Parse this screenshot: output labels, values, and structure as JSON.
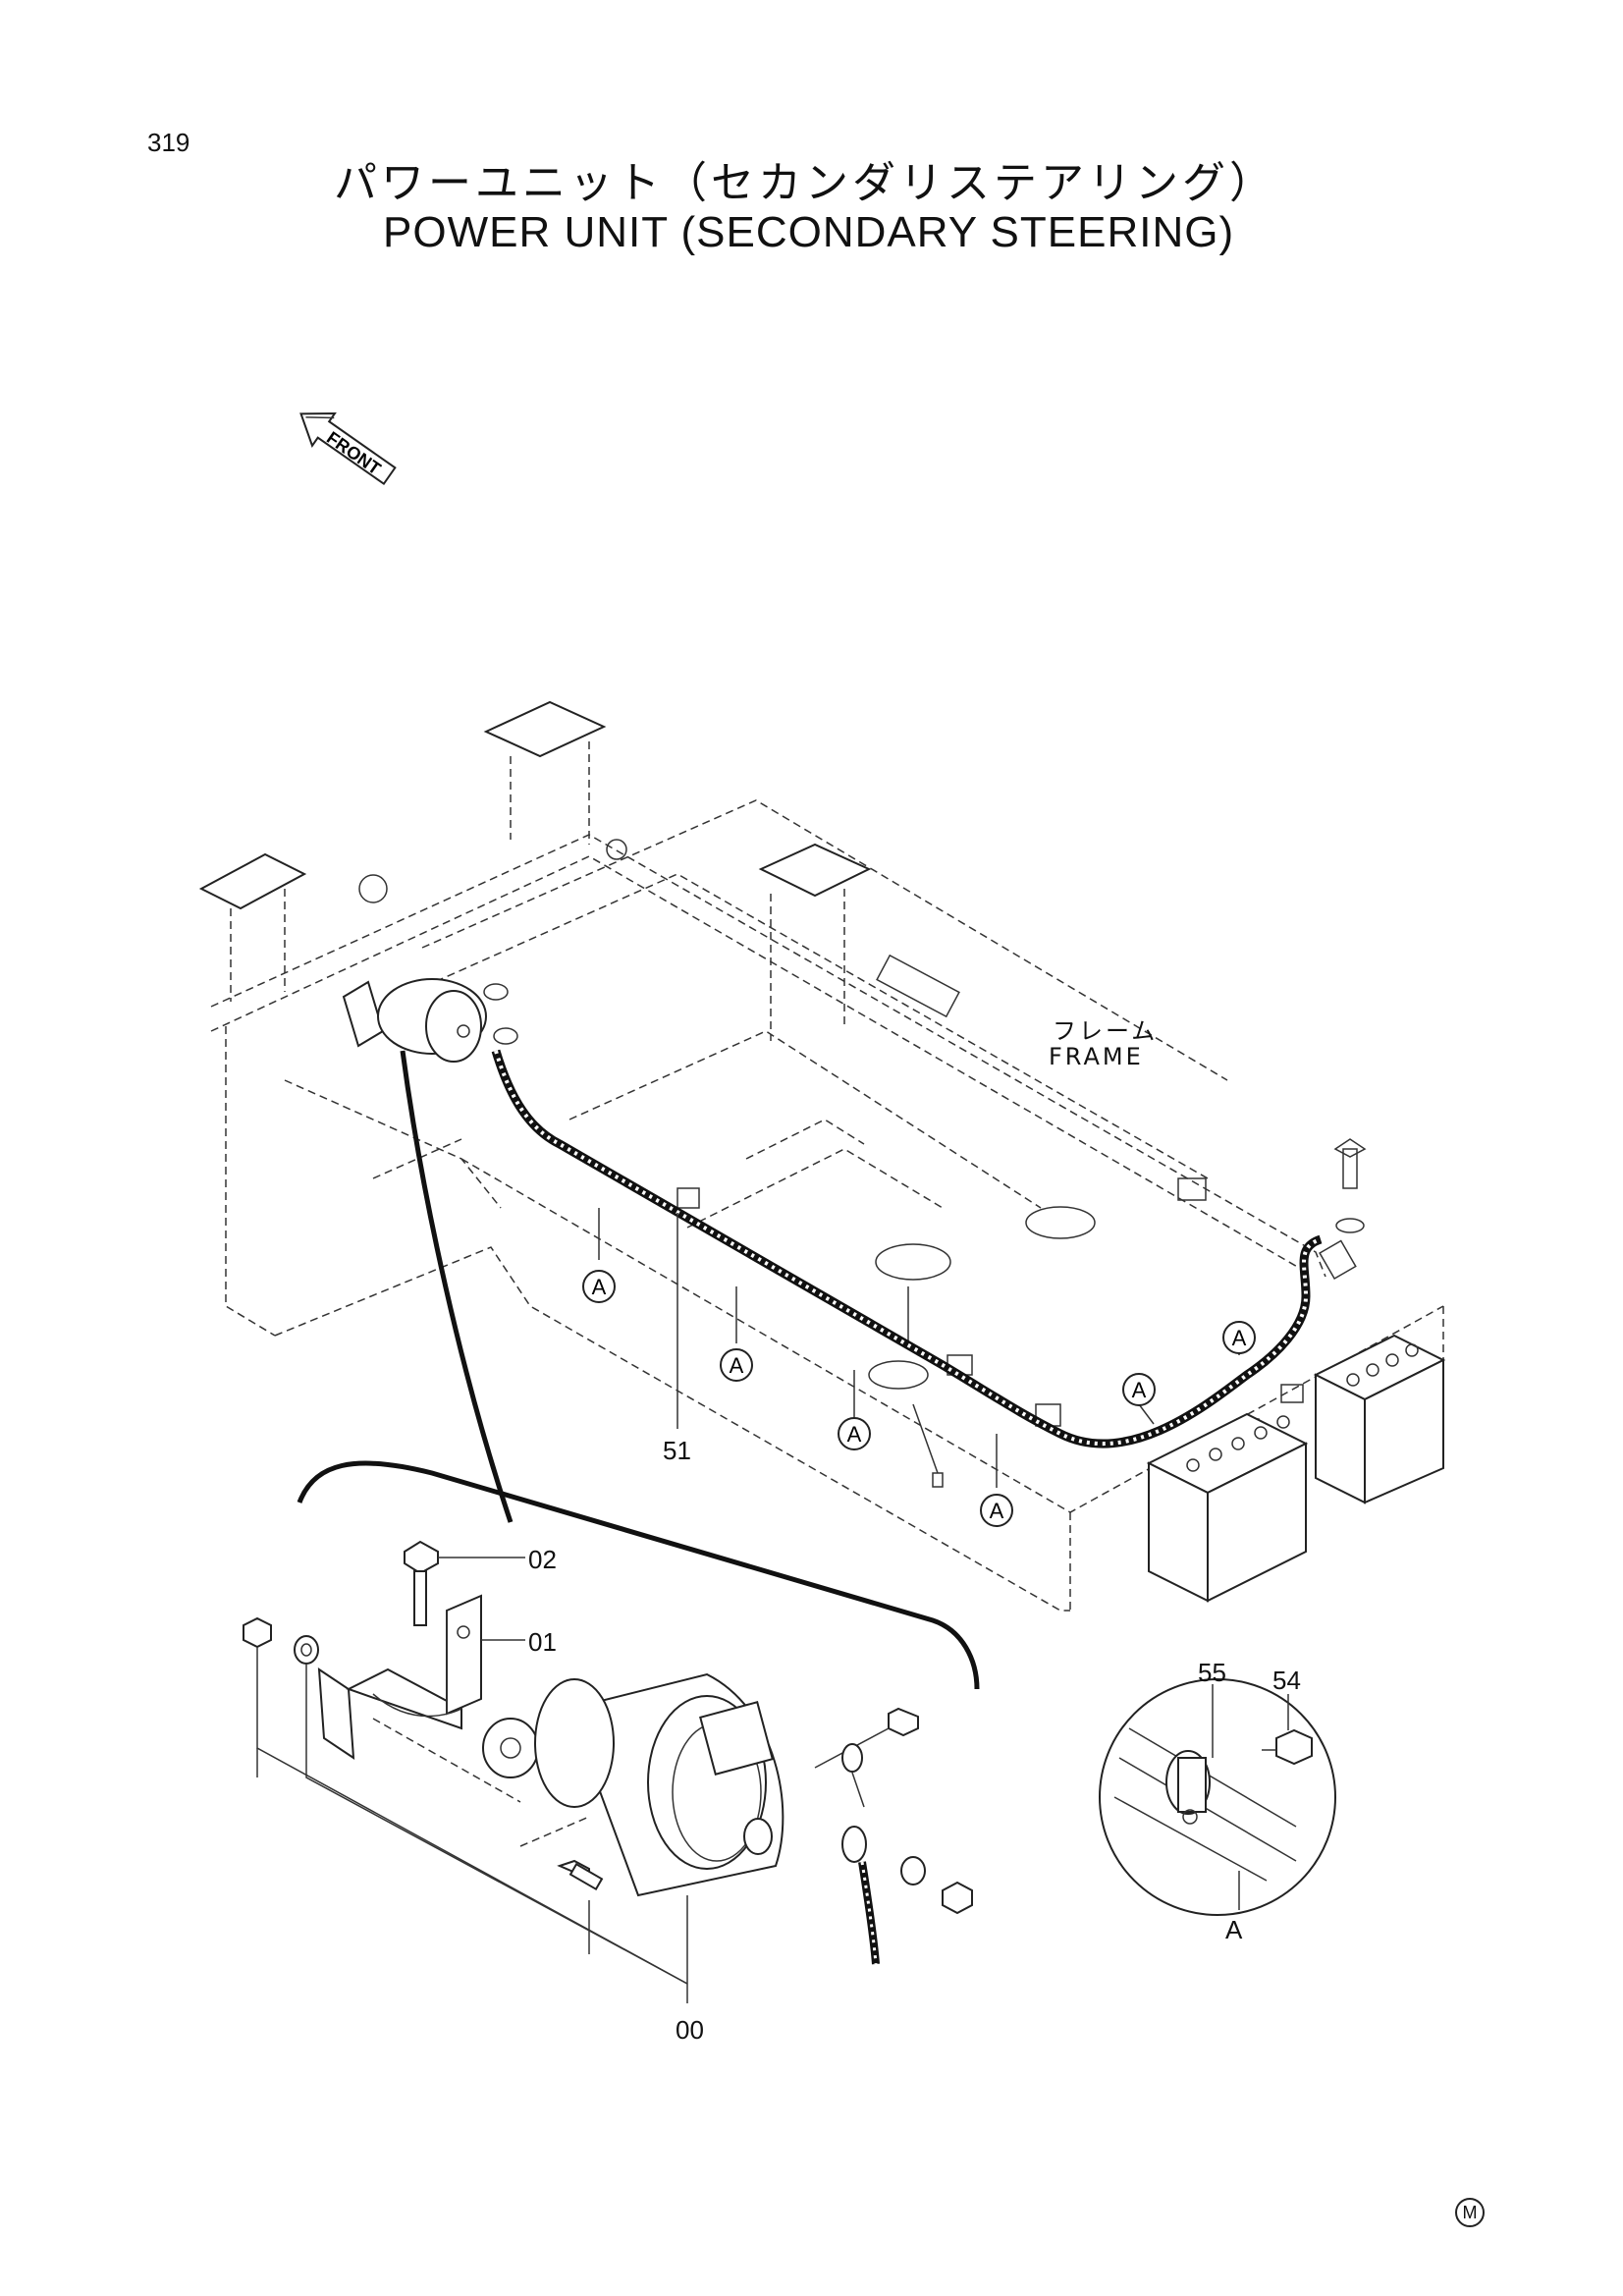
{
  "page": {
    "number": "319",
    "title_jp": "パワーユニット（セカンダリステアリング）",
    "title_en": "POWER UNIT (SECONDARY STEERING)"
  },
  "orientation": {
    "front_label": "FRONT"
  },
  "frame_label": {
    "jp": "フレーム",
    "en": "FRAME"
  },
  "callouts": {
    "p51": "51",
    "p02": "02",
    "p01": "01",
    "p55": "55",
    "p54": "54",
    "p00": "00",
    "detail": "A"
  },
  "clip_marker": "A",
  "corner_mark": "M"
}
